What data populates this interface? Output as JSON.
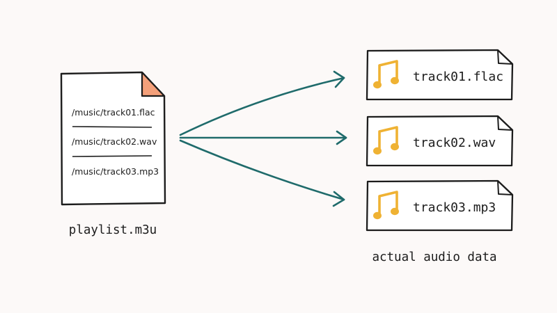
{
  "playlist": {
    "filename": "playlist.m3u",
    "entries": [
      "/music/track01.flac",
      "/music/track02.wav",
      "/music/track03.mp3"
    ]
  },
  "tracks": [
    {
      "name": "track01.flac",
      "icon": "music-note-icon"
    },
    {
      "name": "track02.wav",
      "icon": "music-note-icon"
    },
    {
      "name": "track03.mp3",
      "icon": "music-note-icon"
    }
  ],
  "caption": "actual audio data",
  "colors": {
    "background": "#fcf9f8",
    "stroke": "#1c1c1c",
    "fold": "#f4a07a",
    "arrow": "#1f6b6b",
    "note": "#efb233"
  }
}
